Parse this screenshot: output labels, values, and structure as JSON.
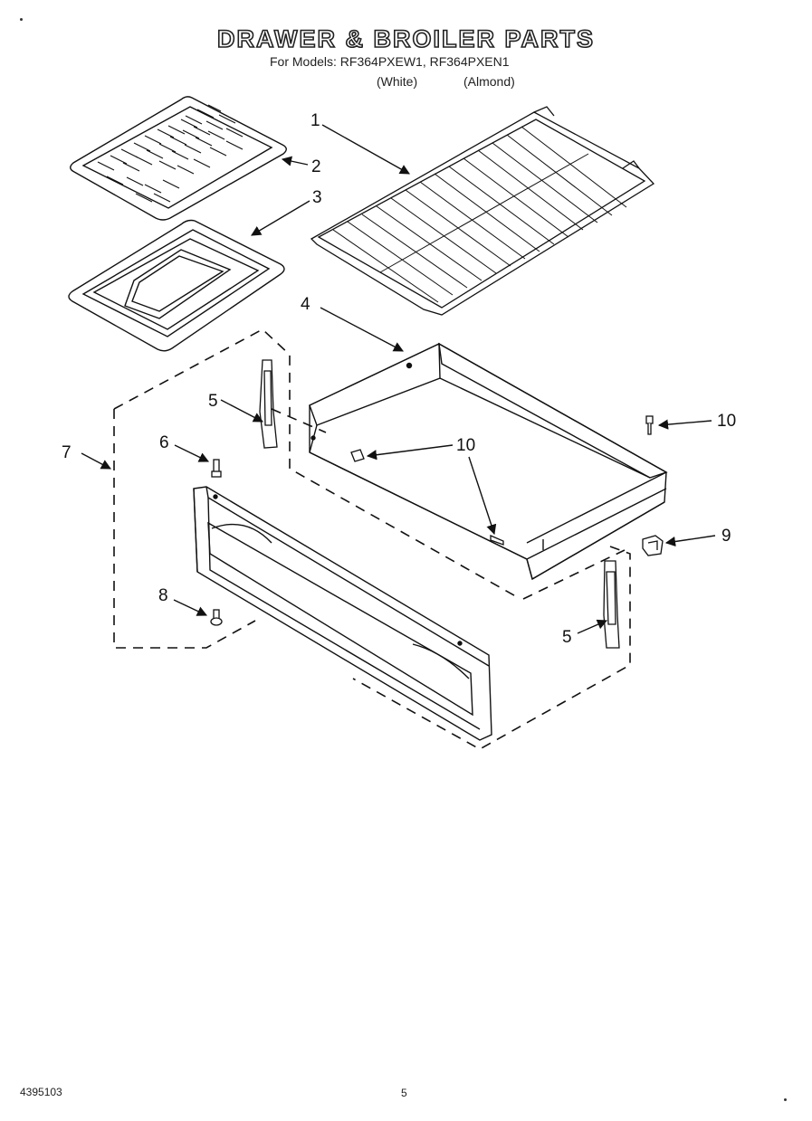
{
  "header": {
    "title": "DRAWER & BROILER PARTS",
    "models_line": "For Models: RF364PXEW1, RF364PXEN1",
    "variant_white": "(White)",
    "variant_almond": "(Almond)"
  },
  "callouts": {
    "c1": "1",
    "c2": "2",
    "c3": "3",
    "c4": "4",
    "c5a": "5",
    "c5b": "5",
    "c6": "6",
    "c7": "7",
    "c8": "8",
    "c9": "9",
    "c10a": "10",
    "c10b": "10"
  },
  "footer": {
    "doc_number": "4395103",
    "page_number": "5"
  }
}
